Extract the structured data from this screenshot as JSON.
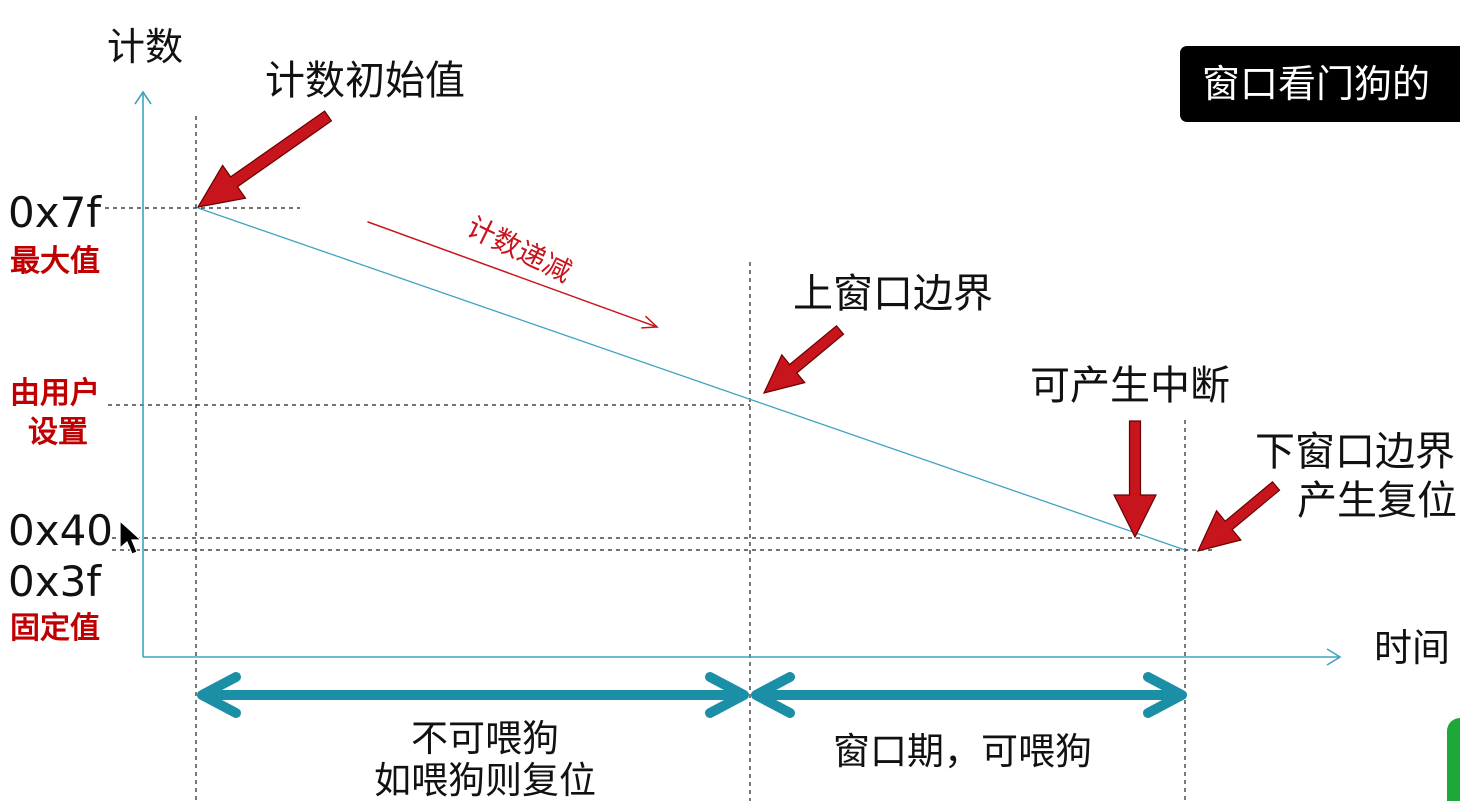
{
  "axes": {
    "y_label": "计数",
    "x_label": "时间"
  },
  "title_box": {
    "text": "窗口看门狗的"
  },
  "levels": {
    "max": {
      "value": "0x7f",
      "note": "最大值"
    },
    "user_set": {
      "note_lines": [
        "由用户",
        "设置"
      ]
    },
    "lower": {
      "value": "0x40"
    },
    "fixed": {
      "value": "0x3f",
      "note": "固定值"
    }
  },
  "annotations": {
    "initial": "计数初始值",
    "decrement": "计数递减",
    "upper_bound": "上窗口边界",
    "interrupt": "可产生中断",
    "lower_bound": "下窗口边界",
    "reset": "产生复位"
  },
  "periods": {
    "no_feed": [
      "不可喂狗",
      "如喂狗则复位"
    ],
    "window": "窗口期，可喂狗"
  },
  "cursor_icon": "mouse-cursor",
  "colors": {
    "axis": "#3fa4be",
    "arrow_red": "#c8141c",
    "label_red": "#c00000",
    "span_teal": "#1b8fa6",
    "title_bg": "#000000",
    "green": "#1ea83a"
  }
}
